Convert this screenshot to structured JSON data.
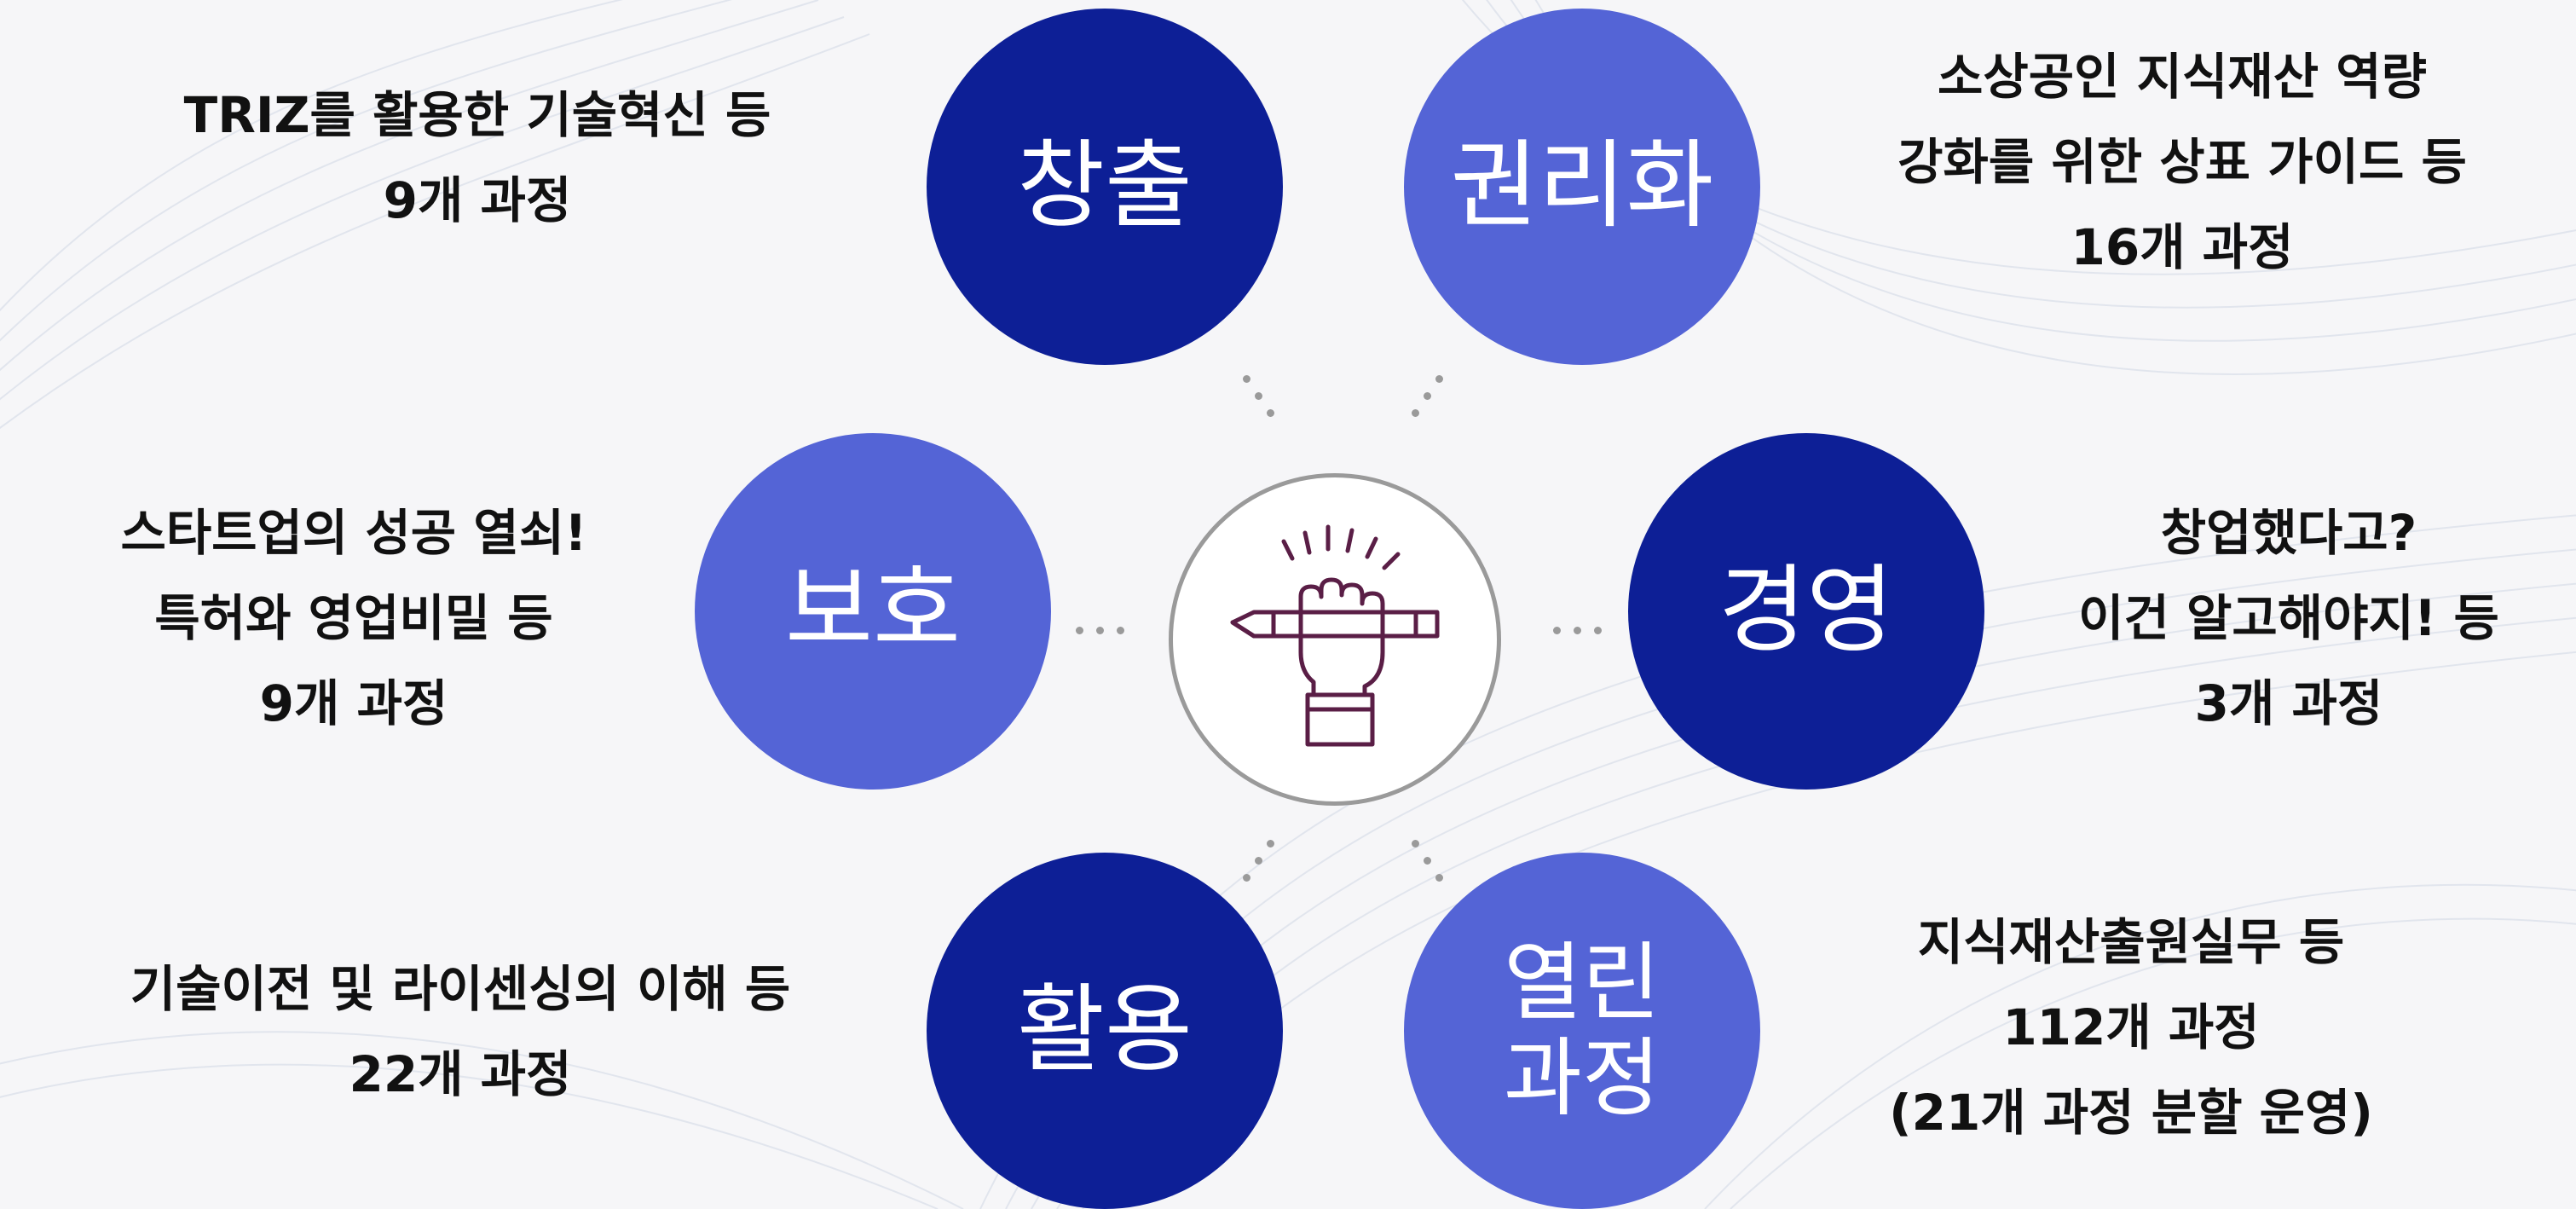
{
  "nodes": {
    "creation": {
      "label": "창출"
    },
    "rights": {
      "label": "권리화"
    },
    "protection": {
      "label": "보호"
    },
    "management": {
      "label": "경영"
    },
    "utilization": {
      "label": "활용"
    },
    "open": {
      "line1": "열린",
      "line2": "과정"
    }
  },
  "captions": {
    "creation": [
      "TRIZ를 활용한 기술혁신 등",
      "9개 과정"
    ],
    "rights": [
      "소상공인 지식재산 역량",
      "강화를 위한 상표 가이드 등",
      "16개 과정"
    ],
    "protection": [
      "스타트업의 성공 열쇠!",
      "특허와 영업비밀 등",
      "9개 과정"
    ],
    "management": [
      "창업했다고?",
      "이건 알고해야지! 등",
      "3개 과정"
    ],
    "utilization": [
      "기술이전 및 라이센싱의 이해 등",
      "22개 과정"
    ],
    "open": [
      "지식재산출원실무 등",
      "112개 과정",
      "(21개 과정 분할 운영)"
    ]
  },
  "center_icon": "hand-holding-pencil-icon",
  "colors": {
    "dark_circle": "#0d1f96",
    "light_circle": "#5464d6",
    "icon": "#5a1e46"
  }
}
